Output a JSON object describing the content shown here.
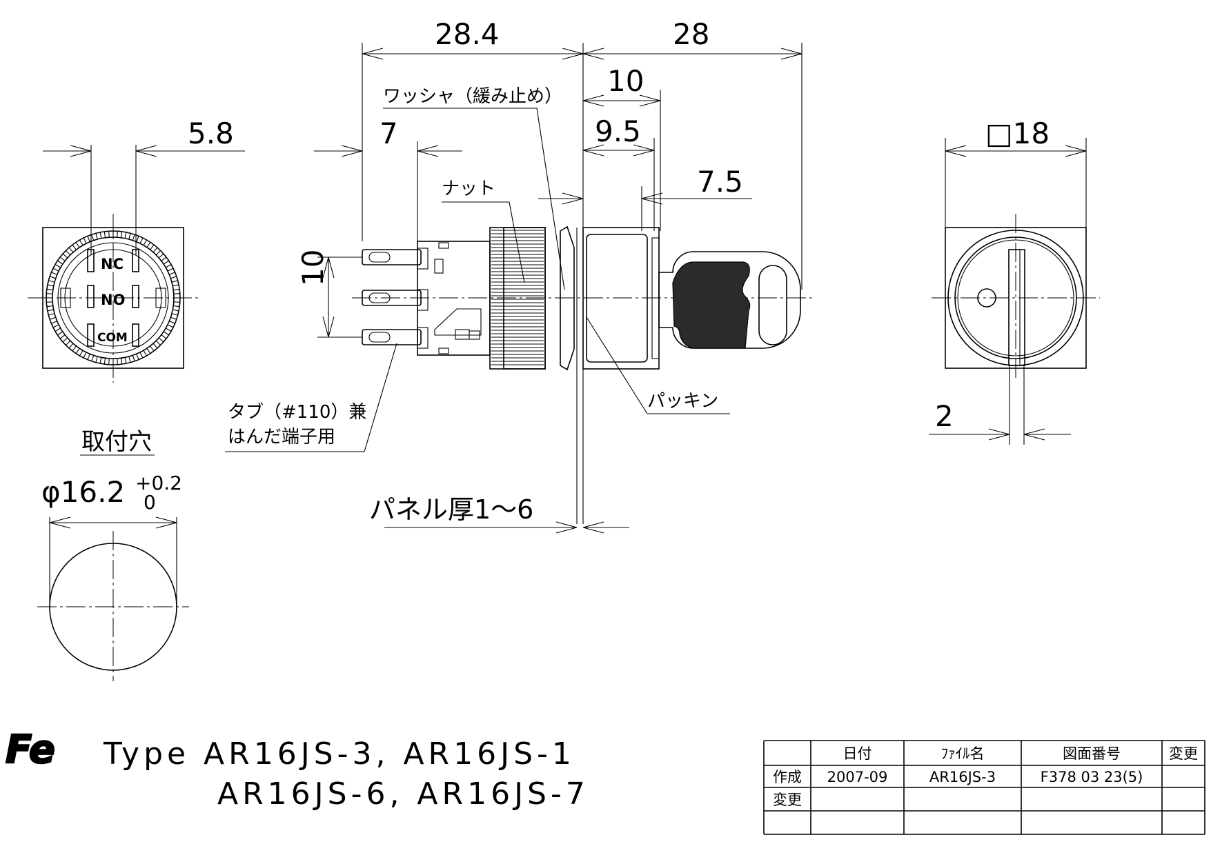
{
  "dimensions": {
    "d_28_4": "28.4",
    "d_28": "28",
    "d_10_top": "10",
    "d_9_5": "9.5",
    "d_7_5": "7.5",
    "d_7": "7",
    "d_5_8": "5.8",
    "d_10_side": "10",
    "d_sq18": "□18",
    "d_2": "2",
    "d_hole_dia": "φ16.2",
    "d_hole_tol_upper": "+0.2",
    "d_hole_tol_lower": "0"
  },
  "labels": {
    "washer": "ワッシャ（緩み止め）",
    "nut": "ナット",
    "packing": "パッキン",
    "tab_line1": "タブ（#110）兼",
    "tab_line2": "はんだ端子用",
    "panel_thickness": "パネル厚1～6",
    "mounting_hole": "取付穴",
    "terminal_nc": "NC",
    "terminal_no": "NO",
    "terminal_com": "COM"
  },
  "title_block": {
    "logo": "Fe",
    "type_line1": "Type  AR16JS-3, AR16JS-1",
    "type_line2": "AR16JS-6, AR16JS-7"
  },
  "revision_table": {
    "headers": [
      "",
      "日付",
      "ﾌｧｲﾙ名",
      "図面番号",
      "変更"
    ],
    "rows": [
      [
        "作成",
        "2007-09",
        "AR16JS-3",
        "F378 03 23(5)",
        ""
      ],
      [
        "変更",
        "",
        "",
        "",
        ""
      ],
      [
        "",
        "",
        "",
        "",
        ""
      ]
    ]
  }
}
